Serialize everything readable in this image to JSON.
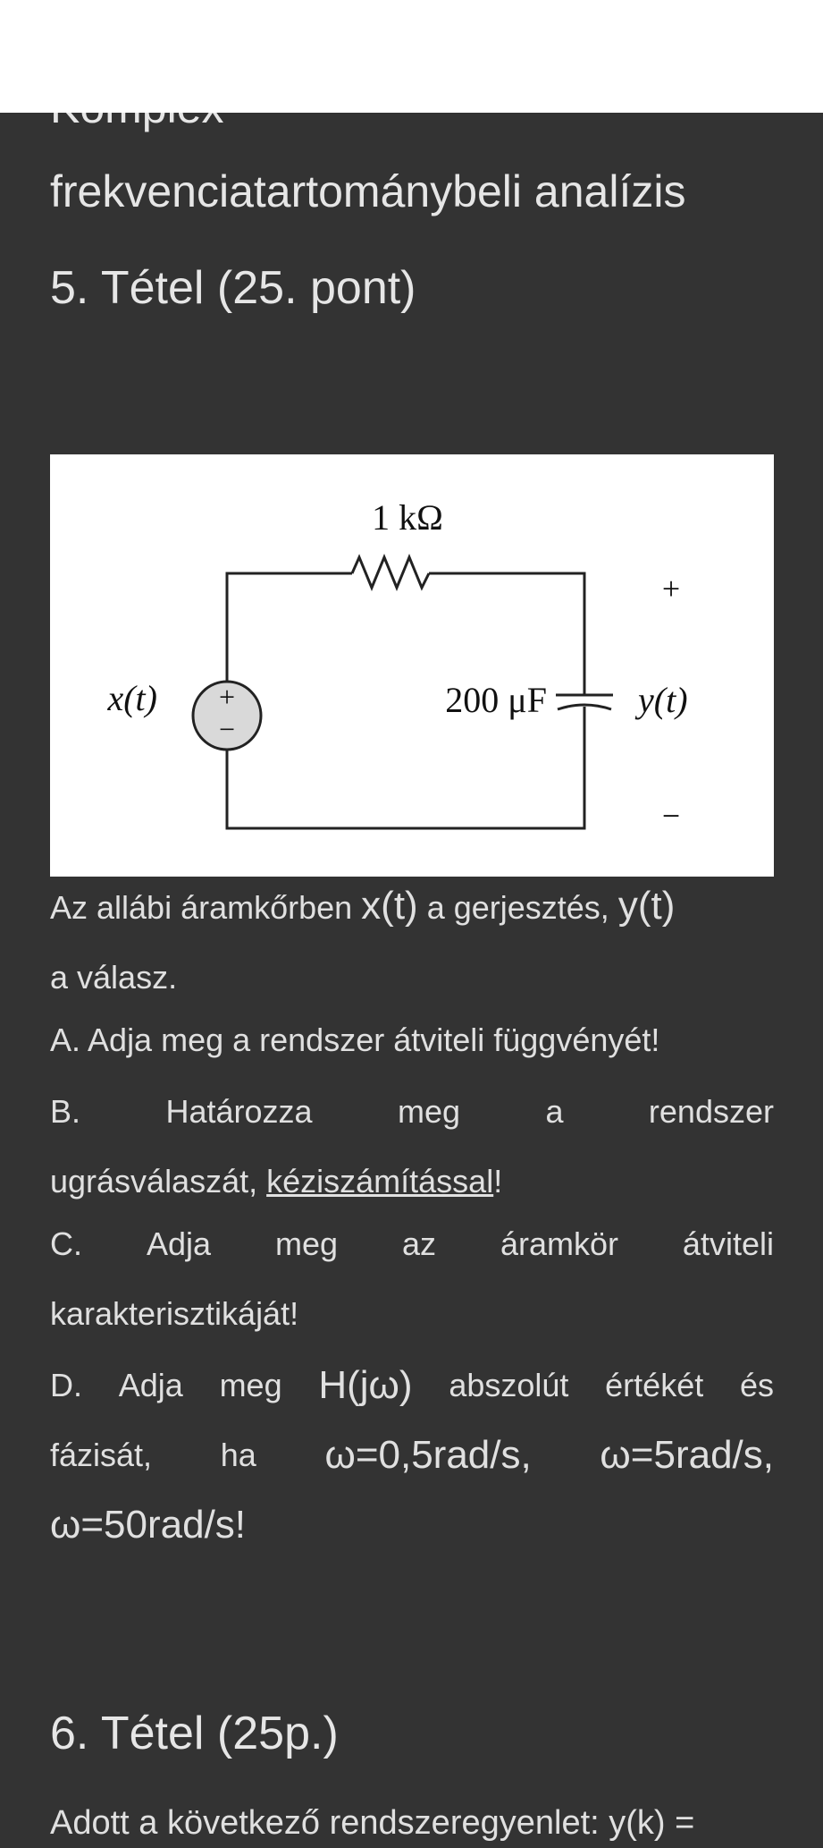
{
  "headings": {
    "cut_top": "Komplex",
    "line2": "frekvenciatartománybeli analízis",
    "tetel5": "5. Tétel (25. pont)",
    "tetel6": "6. Tétel (25p.)"
  },
  "circuit": {
    "resistor_label": "1 kΩ",
    "capacitor_label": "200 μF",
    "source_label": "x(t)",
    "output_label": "y(t)",
    "plus": "+",
    "minus": "−",
    "source_plus": "+",
    "source_minus": "−"
  },
  "intro": {
    "part1": "Az allábi áramkőrben ",
    "x": "x(t)",
    "part2": " a gerjesztés, ",
    "y": "y(t)",
    "part3": "a válasz."
  },
  "questions": {
    "a": "A. Adja meg a rendszer átviteli függvényét!",
    "b_words": [
      "B.",
      "Határozza",
      "meg",
      "a",
      "rendszer"
    ],
    "b_line2_pre": "ugrásválaszát, ",
    "b_line2_link": "kéziszámítással",
    "b_line2_post": "!",
    "c_words": [
      "C.",
      "Adja",
      "meg",
      "az",
      "áramkör",
      "átviteli"
    ],
    "c_line2": "karakterisztikáját!",
    "d_words": [
      "D.",
      "Adja",
      "meg",
      "H(jω)",
      "abszolút",
      "értékét",
      "és"
    ],
    "d_line2_words": [
      "fázisát,",
      "ha",
      "ω=0,5rad/s,",
      "ω=5rad/s,"
    ],
    "d_line3": "ω=50rad/s!"
  },
  "bottom_cut": "Adott a következő rendszeregyenlet: y(k) ="
}
